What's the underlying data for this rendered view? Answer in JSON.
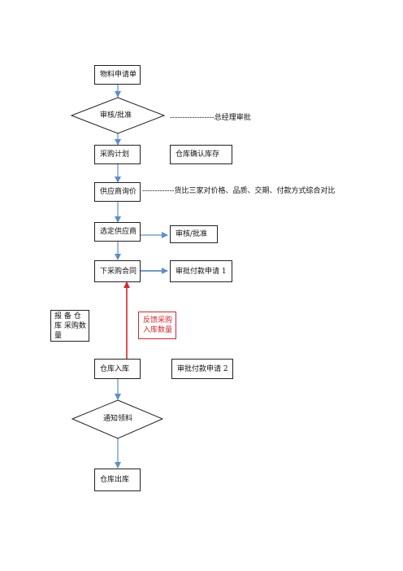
{
  "flow": {
    "material_request": "物料申请单",
    "review_approve": "审核/批准",
    "gm_note": "------------------总经理审批",
    "purchase_plan": "采购计划",
    "warehouse_confirm": "仓库确认库存",
    "supplier_inquiry": "供应商询价",
    "compare_note": "-------------货比三家对价格、品质、交期、付款方式综合对比",
    "select_supplier": "选定供应商",
    "review_approve_2": "审核/批准",
    "purchase_contract": "下采购合同",
    "payment_request_1": "审批付款申请 1",
    "report_quantity": "报 备 仓 库 采购数量",
    "feedback_quantity": "反馈采购入库数量",
    "warehouse_in": "仓库入库",
    "payment_request_2": "审批付款申请 2",
    "notify_pickup": "通知领料",
    "warehouse_out": "仓库出库"
  },
  "colors": {
    "arrow_blue": "#5b8fc9",
    "arrow_red": "#d9242a",
    "border": "#222222"
  }
}
